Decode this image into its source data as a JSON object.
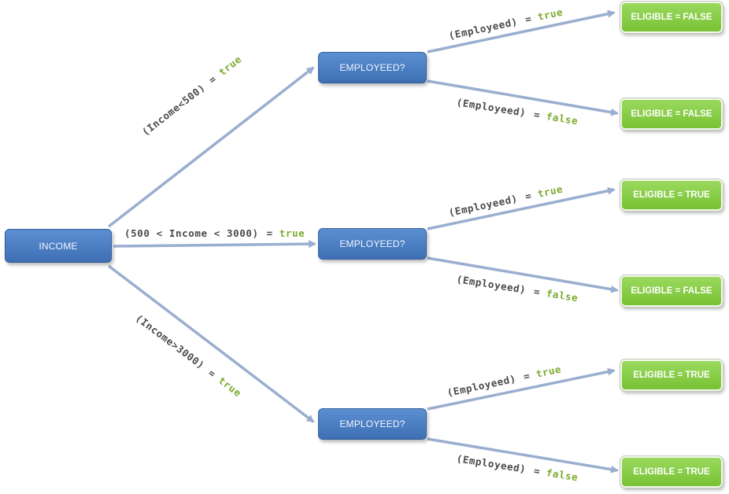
{
  "nodes": {
    "root": "INCOME",
    "decision_1": "EMPLOYEED?",
    "decision_2": "EMPLOYEED?",
    "decision_3": "EMPLOYEED?",
    "leaf_1": "ELIGIBLE = FALSE",
    "leaf_2": "ELIGIBLE = FALSE",
    "leaf_3": "ELIGIBLE = TRUE",
    "leaf_4": "ELIGIBLE = FALSE",
    "leaf_5": "ELIGIBLE = TRUE",
    "leaf_6": "ELIGIBLE = TRUE"
  },
  "edges": {
    "income_low": {
      "cond": "(Income<500)",
      "eq": "=",
      "val": "true"
    },
    "income_mid": {
      "cond": "(500 < Income  < 3000)",
      "eq": "=",
      "val": "true"
    },
    "income_high": {
      "cond": "(Income>3000)",
      "eq": "=",
      "val": "true"
    },
    "e1_true": {
      "cond": "(Employeed)",
      "eq": "=",
      "val": "true"
    },
    "e1_false": {
      "cond": "(Employeed)",
      "eq": "=",
      "val": "false"
    },
    "e2_true": {
      "cond": "(Employeed)",
      "eq": "=",
      "val": "true"
    },
    "e2_false": {
      "cond": "(Employeed)",
      "eq": "=",
      "val": "false"
    },
    "e3_true": {
      "cond": "(Employeed)",
      "eq": "=",
      "val": "true"
    },
    "e3_false": {
      "cond": "(Employeed)",
      "eq": "=",
      "val": "false"
    }
  },
  "colors": {
    "decision_fill": "#4a7cc2",
    "leaf_fill": "#86cc45",
    "connector": "#9aaed0",
    "true_false_text": "#7cab2e"
  }
}
